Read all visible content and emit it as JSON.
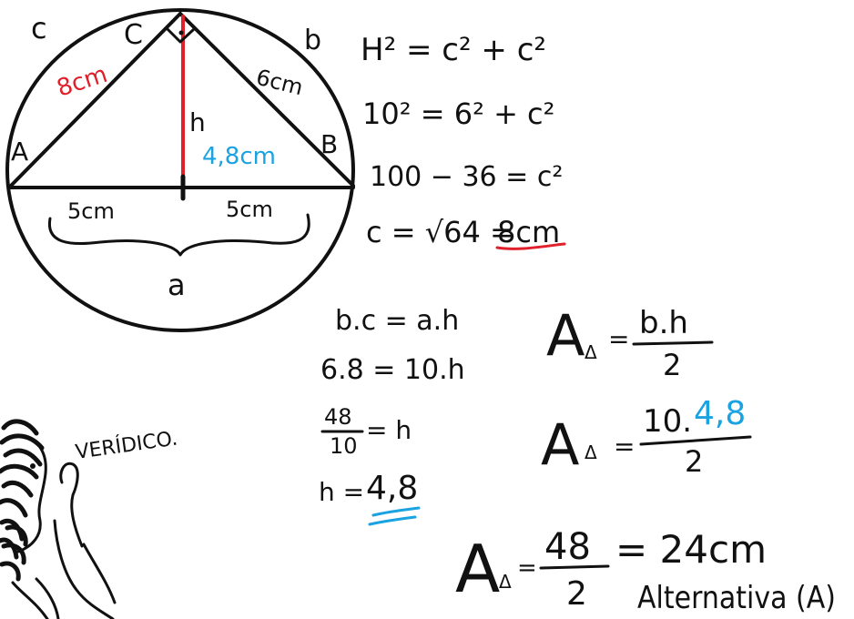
{
  "colors": {
    "ink": "#111111",
    "red": "#e0202a",
    "blue": "#1aa3e0",
    "background": "#ffffff"
  },
  "figure": {
    "vertex_top": "C",
    "vertex_left": "A",
    "vertex_right": "B",
    "arc_label_left": "c",
    "arc_label_right": "b",
    "side_left": "8cm",
    "side_right": "6cm",
    "height_label": "h",
    "height_value": "4,8cm",
    "base_left": "5cm",
    "base_right": "5cm",
    "base_label": "a"
  },
  "pythagoras": {
    "line1": "H² = c² + c²",
    "line2": "10² = 6² + c²",
    "line3": "100 − 36 = c²",
    "line4_prefix": "c = √64 =",
    "line4_result": "8cm"
  },
  "height_calc": {
    "line1": "b.c = a.h",
    "line2": "6.8 = 10.h",
    "frac_num": "48",
    "frac_den": "10",
    "frac_suffix": "= h",
    "result_prefix": "h =",
    "result_value": "4,8"
  },
  "area": {
    "symbol": "A",
    "sub": "Δ",
    "f1_num": "b.h",
    "f1_den": "2",
    "f2_num_prefix": "10.",
    "f2_num_blue": "4,8",
    "f2_den": "2",
    "f3_num": "48",
    "f3_den": "2",
    "f3_result": "= 24cm",
    "answer": "Alternativa (A)"
  },
  "character": {
    "speech": "VERÍDICO."
  }
}
